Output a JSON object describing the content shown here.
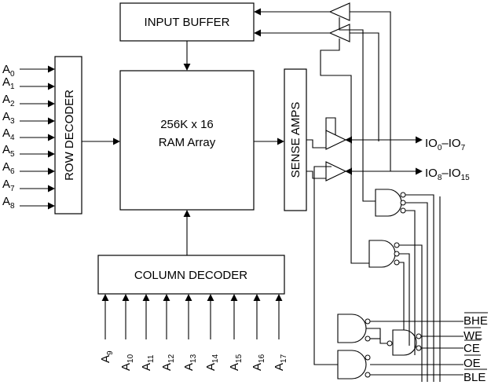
{
  "blocks": {
    "input_buffer": "INPUT BUFFER",
    "ram_line1": "256K x 16",
    "ram_line2": "RAM Array",
    "row_decoder": "ROW DECODER",
    "sense_amps": "SENSE AMPS",
    "column_decoder": "COLUMN DECODER"
  },
  "row_address": [
    {
      "base": "A",
      "sub": "0"
    },
    {
      "base": "A",
      "sub": "1"
    },
    {
      "base": "A",
      "sub": "2"
    },
    {
      "base": "A",
      "sub": "3"
    },
    {
      "base": "A",
      "sub": "4"
    },
    {
      "base": "A",
      "sub": "5"
    },
    {
      "base": "A",
      "sub": "6"
    },
    {
      "base": "A",
      "sub": "7"
    },
    {
      "base": "A",
      "sub": "8"
    }
  ],
  "col_address": [
    {
      "base": "A",
      "sub": "9"
    },
    {
      "base": "A",
      "sub": "10"
    },
    {
      "base": "A",
      "sub": "11"
    },
    {
      "base": "A",
      "sub": "12"
    },
    {
      "base": "A",
      "sub": "13"
    },
    {
      "base": "A",
      "sub": "14"
    },
    {
      "base": "A",
      "sub": "15"
    },
    {
      "base": "A",
      "sub": "16"
    },
    {
      "base": "A",
      "sub": "17"
    }
  ],
  "io": [
    {
      "p1": "IO",
      "s1": "0",
      "dash": "–",
      "p2": "IO",
      "s2": "7"
    },
    {
      "p1": "IO",
      "s1": "8",
      "dash": "–",
      "p2": "IO",
      "s2": "15"
    }
  ],
  "controls": [
    "BHE",
    "WE",
    "CE",
    "OE",
    "BLE"
  ]
}
